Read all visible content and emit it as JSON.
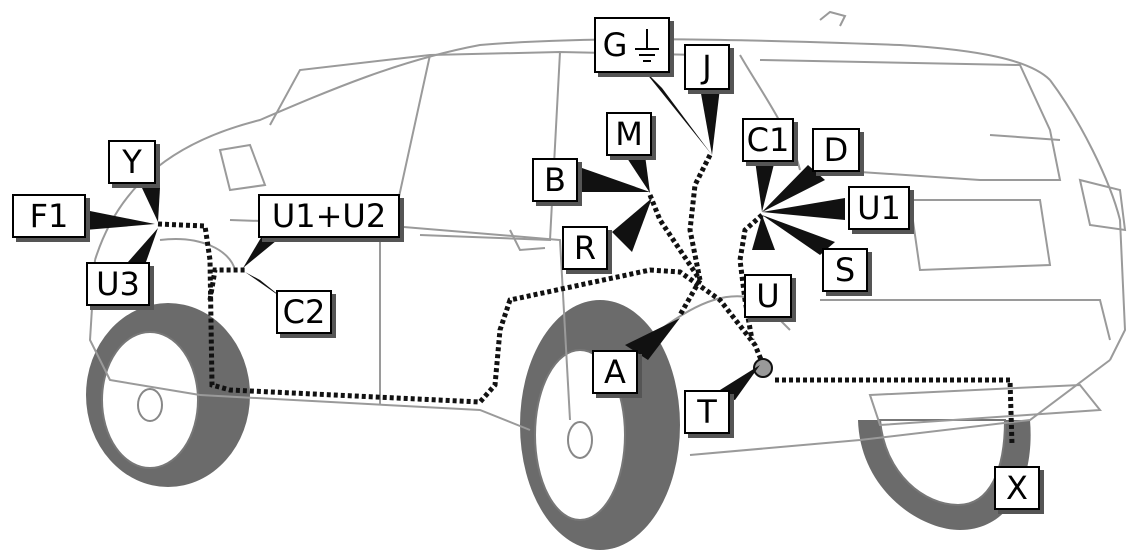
{
  "diagram": {
    "labels": {
      "G": "G",
      "J": "J",
      "M": "M",
      "B": "B",
      "R": "R",
      "Y": "Y",
      "F1": "F1",
      "U3": "U3",
      "U1U2": "U1+U2",
      "C2": "C2",
      "C1": "C1",
      "D": "D",
      "U1": "U1",
      "S": "S",
      "U": "U",
      "A": "A",
      "T": "T",
      "X": "X"
    },
    "ground_symbol": "ground-icon",
    "colors": {
      "wire": "#111111",
      "tire": "#6b6b6b",
      "body_line": "#9a9a9a",
      "box_shadow": "#555555"
    }
  }
}
